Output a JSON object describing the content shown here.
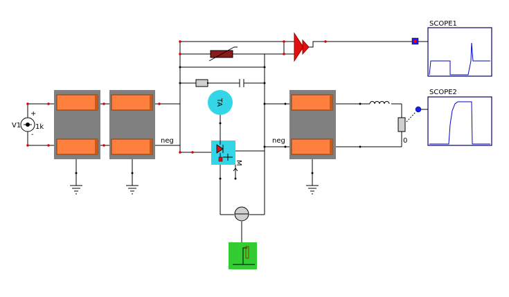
{
  "labels": {
    "v1": "V1",
    "r1k": "1k",
    "plus": "+",
    "minus": "-",
    "neg_left": "neg",
    "neg_right": "neg",
    "zero": "0",
    "scope1": "SCOPE1",
    "scope2": "SCOPE2",
    "ta": "TA",
    "m": "M"
  },
  "colors": {
    "wire": "#000000",
    "node": "#dd0000",
    "transformer_body": "#808080",
    "winding": "#ff7f3f",
    "winding_edge": "#8b3a00",
    "amplifier": "#e01010",
    "varistor": "#8b1a1a",
    "ammeter": "#33d6e6",
    "switch_bg": "#33d6e6",
    "controller": "#33cc33",
    "scope_border": "#000066",
    "scope_trace": "#0000cc",
    "probe": "#1a1aff"
  }
}
